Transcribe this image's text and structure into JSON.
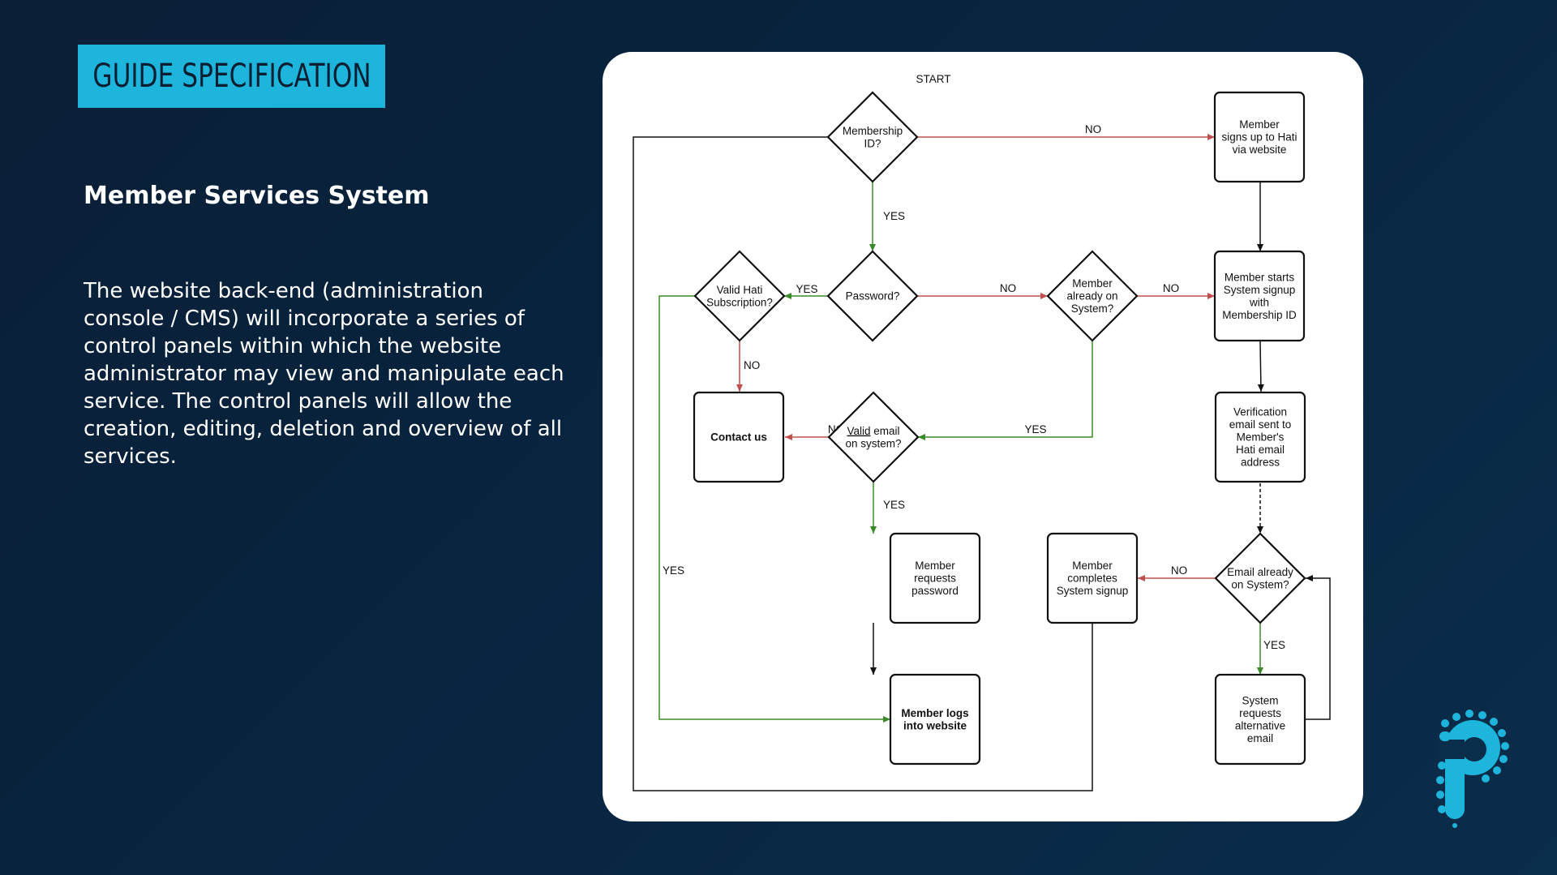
{
  "slide": {
    "badge": "GUIDE SPECIFICATION",
    "heading": "Member Services System",
    "body": "The website back-end (administration console / CMS) will incorporate a series of control panels within which the website administrator may view and manipulate each service. The control panels will allow the creation, editing, deletion and overview of all services."
  },
  "colors": {
    "accent": "#1eb5dc",
    "yes_line": "#3a8a2a",
    "no_line": "#c0504d",
    "neutral_line": "#111111"
  },
  "flowchart": {
    "start_label": "START",
    "nodes": {
      "membership_id": [
        "Membership",
        "ID?"
      ],
      "member_signs_up": [
        "Member",
        "signs up to Hati",
        "via website"
      ],
      "password": [
        "Password?"
      ],
      "already_on_system": [
        "Member",
        "already on",
        "System?"
      ],
      "system_signup": [
        "Member starts",
        "System signup",
        "with",
        "Membership ID"
      ],
      "valid_subscription": [
        "Valid Hati",
        "Subscription?"
      ],
      "contact_us": [
        "Contact us"
      ],
      "valid_email": [
        "Valid email",
        "on system?"
      ],
      "verification_email": [
        "Verification",
        "email sent to",
        "Member's",
        "Hati email",
        "address"
      ],
      "requests_password": [
        "Member",
        "requests",
        "password"
      ],
      "completes_signup": [
        "Member",
        "completes",
        "System signup"
      ],
      "email_already": [
        "Email already",
        "on System?"
      ],
      "logs_in": [
        "Member logs",
        "into website"
      ],
      "alt_email": [
        "System",
        "requests",
        "alternative",
        "email"
      ]
    },
    "edge_labels": {
      "yes": "YES",
      "no": "NO"
    }
  },
  "logo": {
    "icon": "hati-logo-icon"
  }
}
